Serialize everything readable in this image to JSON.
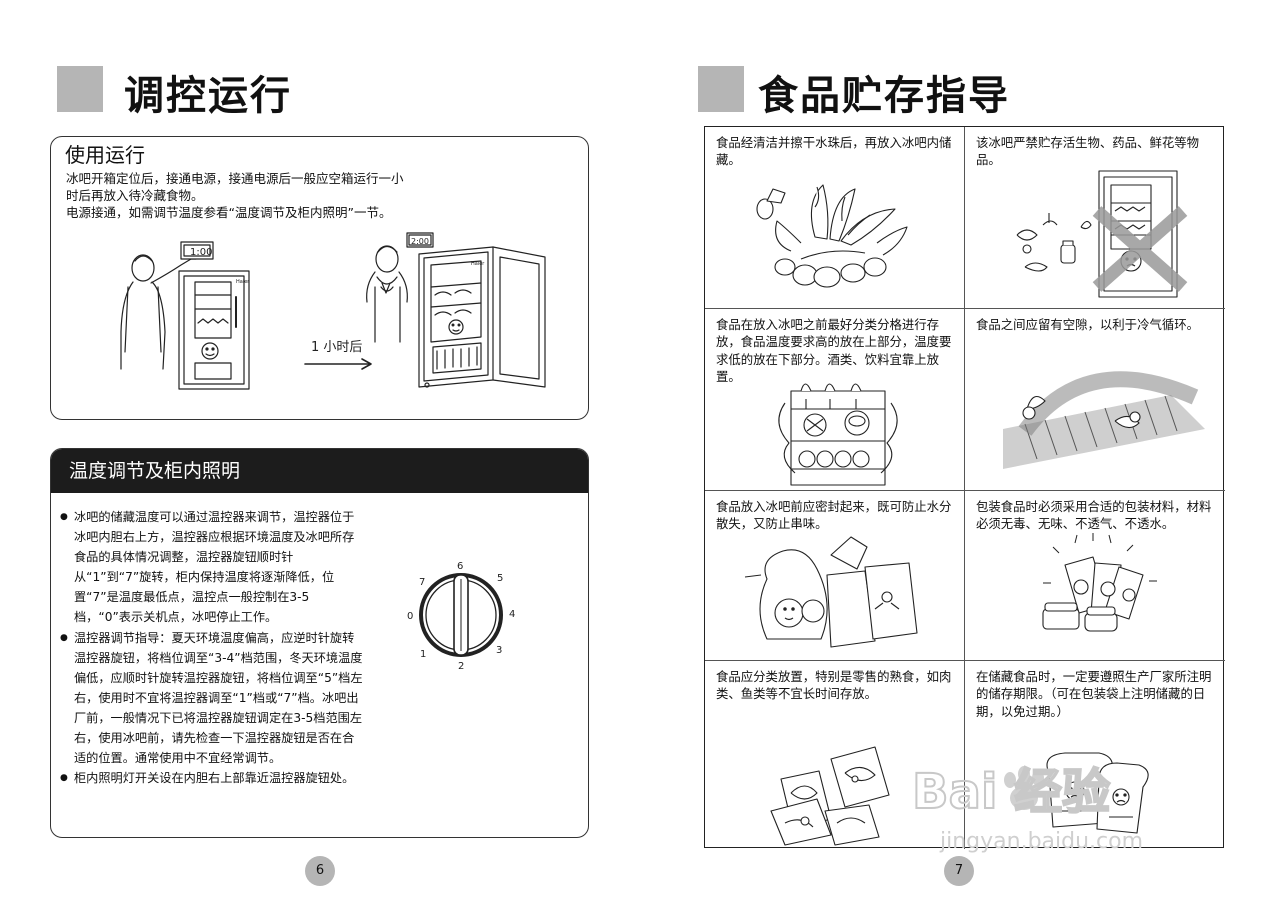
{
  "left_page": {
    "title": "调控运行",
    "operation": {
      "heading": "使用运行",
      "paragraphs": [
        "冰吧开箱定位后，接通电源，接通电源后一般应空箱运行一小时后再放入待冷藏食物。",
        "电源接通，如需调节温度参看“温度调节及柜内照明”一节。"
      ],
      "clock_1": "1:00",
      "clock_2": "2:00",
      "arrow_label": "1 小时后"
    },
    "temperature": {
      "heading": "温度调节及柜内照明",
      "bullets": [
        "冰吧的储藏温度可以通过温控器来调节，温控器位于冰吧内胆右上方，温控器应根据环境温度及冰吧所存食品的具体情况调整，温控器旋钮顺时针从“1”到“7”旋转，柜内保持温度将逐渐降低，位置“7”是温度最低点，温控点一般控制在3-5档，“0”表示关机点，冰吧停止工作。",
        "温控器调节指导：夏天环境温度偏高，应逆时针旋转温控器旋钮，将档位调至“3-4”档范围，冬天环境温度偏低，应顺时针旋转温控器旋钮，将档位调至“5”档左右，使用时不宜将温控器调至“1”档或“7”档。冰吧出厂前，一般情况下已将温控器旋钮调定在3-5档范围左右，使用冰吧前，请先检查一下温控器旋钮是否在合适的位置。通常使用中不宜经常调节。",
        "柜内照明灯开关设在内胆右上部靠近温控器旋钮处。"
      ],
      "dial_labels": [
        "0",
        "1",
        "2",
        "3",
        "4",
        "5",
        "6",
        "7"
      ]
    },
    "page_number": "6"
  },
  "right_page": {
    "title": "食品贮存指导",
    "tips": [
      "食品经清洁并擦干水珠后，再放入冰吧内储藏。",
      "该冰吧严禁贮存活生物、药品、鲜花等物品。",
      "食品在放入冰吧之前最好分类分格进行存放，食品温度要求高的放在上部分，温度要求低的放在下部分。酒类、饮料宜靠上放置。",
      "食品之间应留有空隙，以利于冷气循环。",
      "食品放入冰吧前应密封起来，既可防止水分散失，又防止串味。",
      "包装食品时必须采用合适的包装材料，材料必须无毒、无味、不透气、不透水。",
      "食品应分类放置，特别是零售的熟食，如肉类、鱼类等不宜长时间存放。",
      "在储藏食品时，一定要遵照生产厂家所注明的储存期限。（可在包装袋上注明储藏的日期，以免过期。）"
    ],
    "page_number": "7"
  },
  "watermark": {
    "logo_text": "Bai 经验",
    "url": "jingyan.baidu.com"
  },
  "colors": {
    "title_block": "#b5b5b5",
    "header_bar": "#1c1c1c",
    "line": "#333333",
    "watermark": "#cfcfcf"
  }
}
